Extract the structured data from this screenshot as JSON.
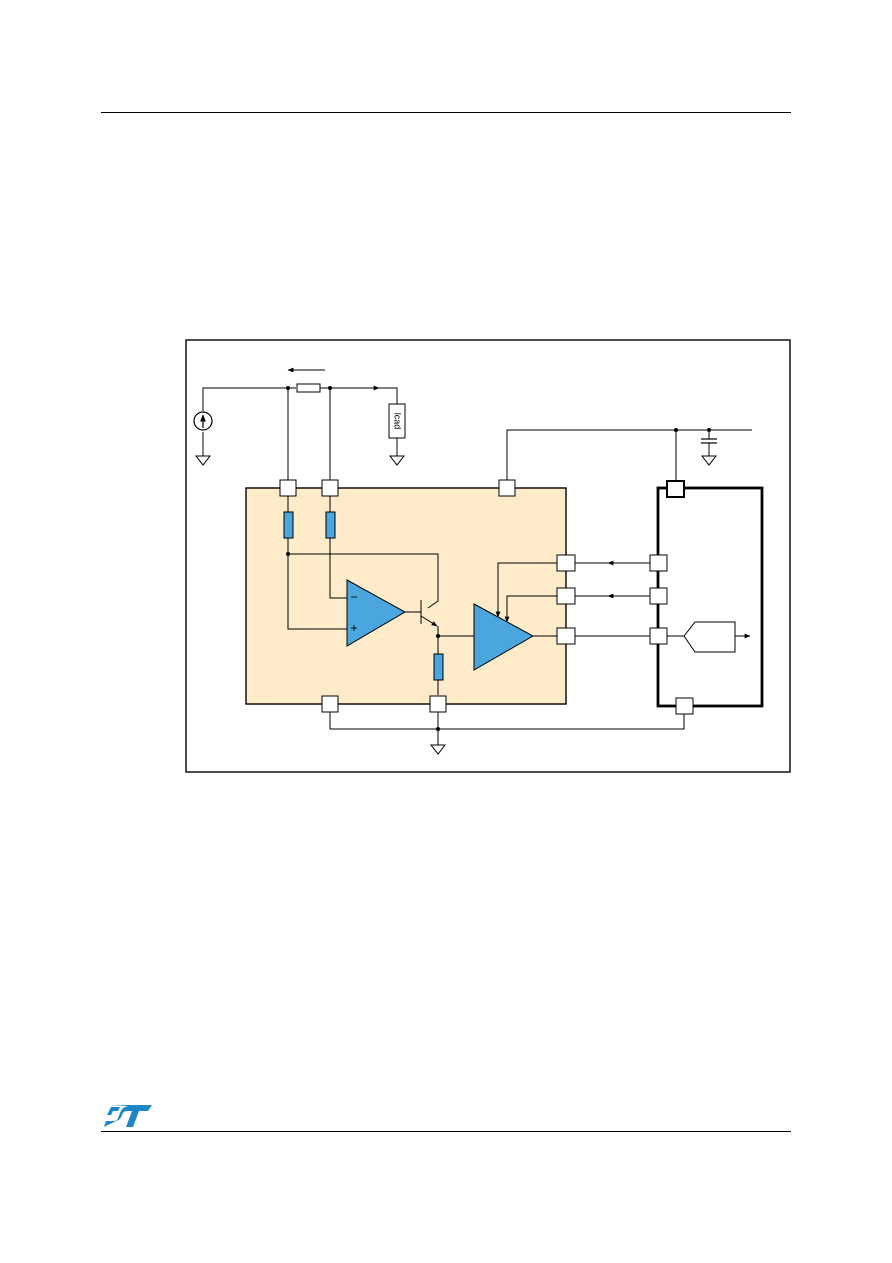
{
  "header": {
    "rule": "top"
  },
  "figure": {
    "load_label": "lcad",
    "minus_sign": "−",
    "plus_sign": "+"
  },
  "footer": {
    "logo": "ST"
  },
  "colors": {
    "ic_fill": "#fdebc9",
    "component_blue": "#4aa6dc",
    "line": "#000000"
  }
}
